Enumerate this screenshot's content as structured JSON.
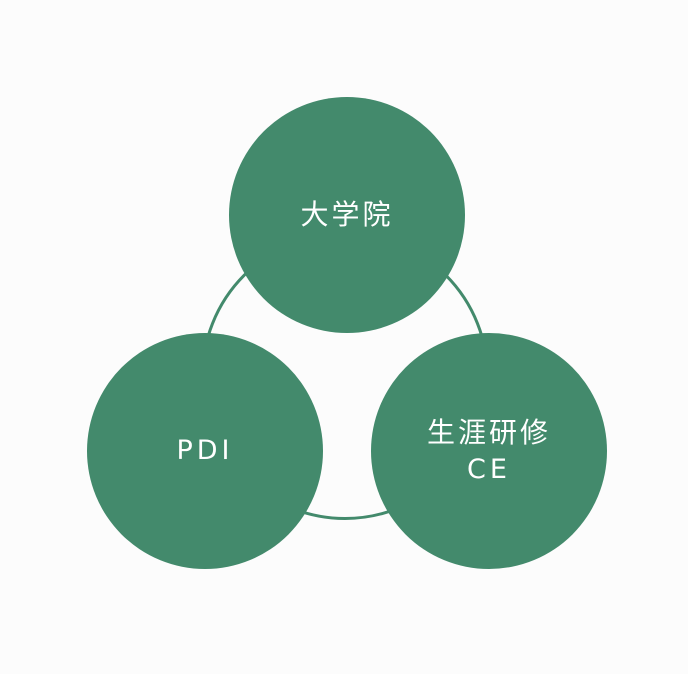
{
  "diagram": {
    "accent_color": "#438a6c",
    "background_color": "#fcfcfc",
    "nodes": {
      "top": {
        "label": "大学院"
      },
      "left": {
        "label": "PDI"
      },
      "right": {
        "label": "生涯研修",
        "sublabel": "CE"
      }
    }
  }
}
